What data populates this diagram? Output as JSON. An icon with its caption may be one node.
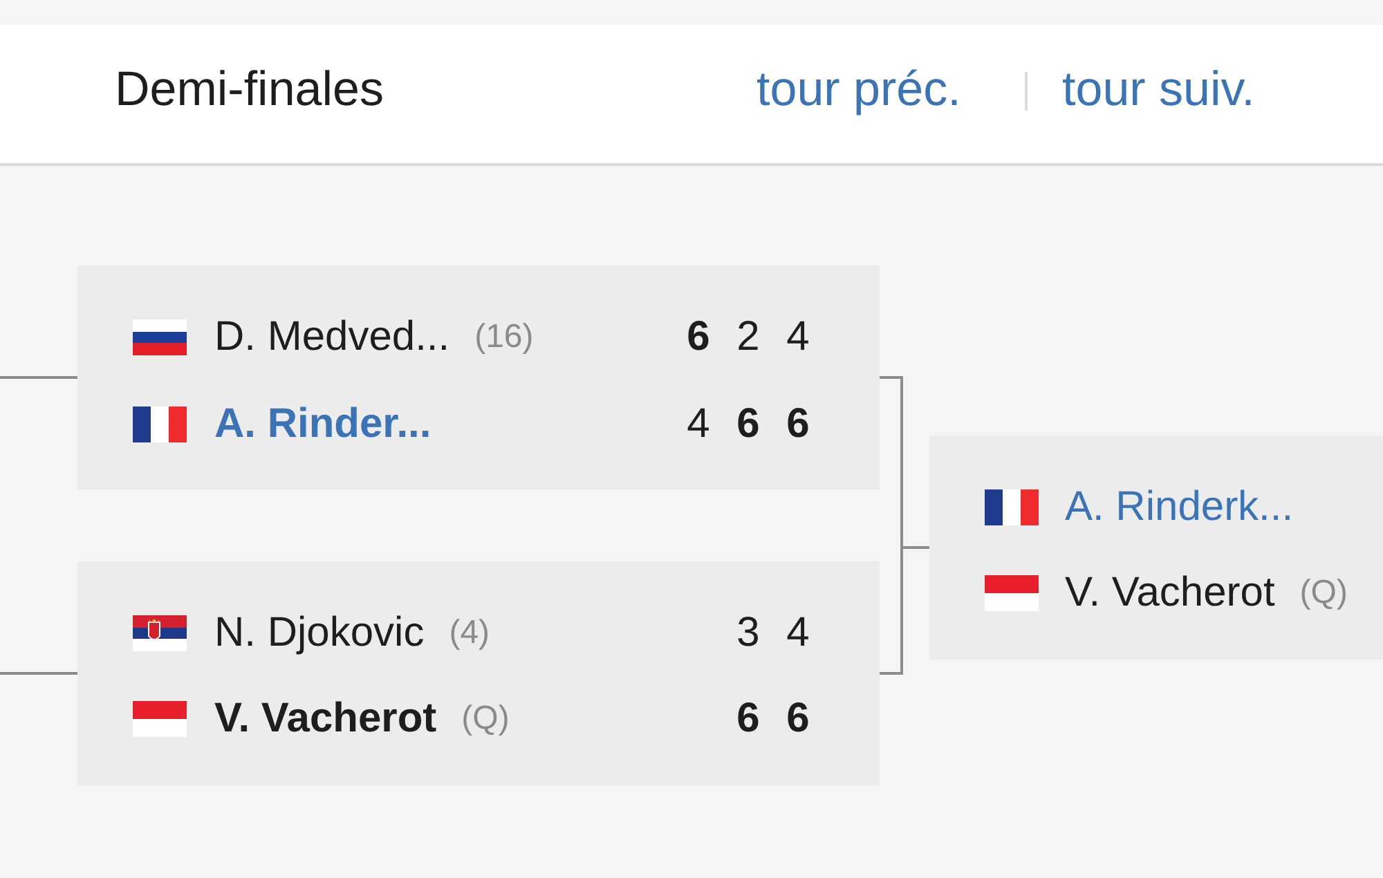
{
  "diagram": {
    "title": "Demi-finales",
    "nodes": [
      {
        "text": [
          "D. Medved...",
          "(16)",
          "6",
          "2",
          "4",
          "A. Rinder...",
          "4",
          "6",
          "6"
        ]
      },
      {
        "text": [
          "N. Djokovic",
          "(4)",
          "3",
          "4",
          "V. Vacherot",
          "(Q)",
          "6",
          "6"
        ]
      },
      {
        "text": [
          "A. Rinderk...",
          "V. Vacherot",
          "(Q)"
        ]
      }
    ],
    "edges": [
      {
        "from": null,
        "to": 0,
        "arrow": "none"
      },
      {
        "from": null,
        "to": 1,
        "arrow": "none"
      },
      {
        "from": 0,
        "to": 2,
        "arrow": "none"
      },
      {
        "from": 1,
        "to": 2,
        "arrow": "none"
      }
    ],
    "labels": [
      "tour préc.",
      "tour suiv."
    ]
  }
}
